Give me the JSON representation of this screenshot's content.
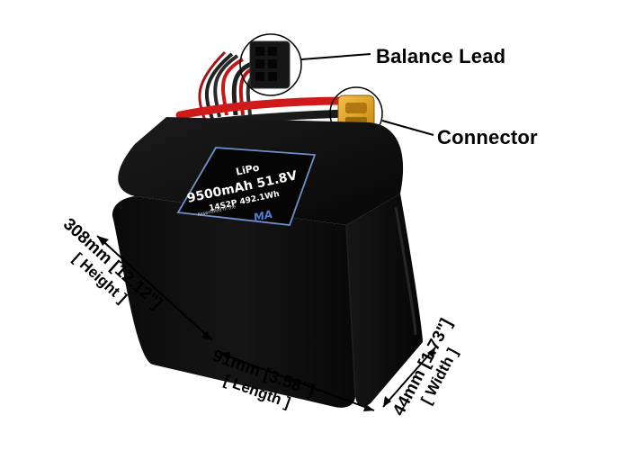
{
  "callouts": {
    "balance_lead": "Balance Lead",
    "connector": "Connector"
  },
  "label": {
    "chemistry": "LiPo",
    "capacity_voltage": "9500mAh 51.8V",
    "config_energy": "14S2P 492.1Wh",
    "assembled": "Assembled in the",
    "logo": "MA"
  },
  "dimensions": {
    "height": {
      "measure": "308mm [12.12\"]",
      "name": "[ Height ]"
    },
    "length": {
      "measure": "91mm [3.58\"]",
      "name": "[ Length ]"
    },
    "width": {
      "measure": "44mm [1.73\"]",
      "name": "[ Width ]"
    }
  },
  "colors": {
    "battery_body": "#0b0b0b",
    "label_border": "#6f8fc8",
    "wire_red": "#d01a1a",
    "connector_yellow": "#e0a21a"
  }
}
